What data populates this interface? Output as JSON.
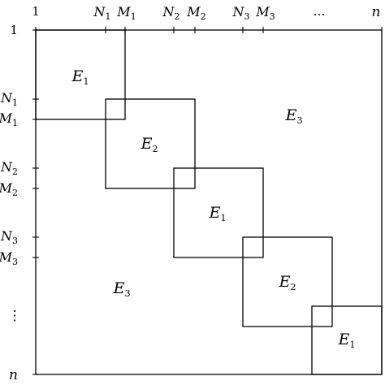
{
  "top_axis": {
    "start": "1",
    "end": "n",
    "ellipsis": "…",
    "ticks": [
      {
        "base": "N",
        "sub": "1"
      },
      {
        "base": "M",
        "sub": "1"
      },
      {
        "base": "N",
        "sub": "2"
      },
      {
        "base": "M",
        "sub": "2"
      },
      {
        "base": "N",
        "sub": "3"
      },
      {
        "base": "M",
        "sub": "3"
      }
    ]
  },
  "left_axis": {
    "start": "1",
    "end": "n",
    "ellipsis": "⋮",
    "ticks": [
      {
        "base": "N",
        "sub": "1"
      },
      {
        "base": "M",
        "sub": "1"
      },
      {
        "base": "N",
        "sub": "2"
      },
      {
        "base": "M",
        "sub": "2"
      },
      {
        "base": "N",
        "sub": "3"
      },
      {
        "base": "M",
        "sub": "3"
      }
    ]
  },
  "blocks": [
    {
      "base": "E",
      "sub": "1"
    },
    {
      "base": "E",
      "sub": "2"
    },
    {
      "base": "E",
      "sub": "1"
    },
    {
      "base": "E",
      "sub": "2"
    },
    {
      "base": "E",
      "sub": "1"
    }
  ],
  "regions": [
    {
      "base": "E",
      "sub": "3"
    },
    {
      "base": "E",
      "sub": "3"
    }
  ]
}
